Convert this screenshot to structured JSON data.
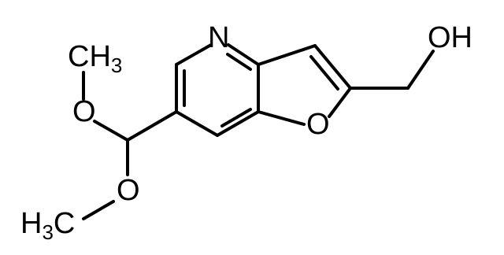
{
  "molecule": {
    "atoms": {
      "N": "N",
      "O_ring": "O",
      "OH": "OH",
      "O_upper": "O",
      "O_lower": "O",
      "CH3_top": {
        "main": "CH",
        "sub": "3"
      },
      "CH3_bottom": {
        "pre": "H",
        "sub": "3",
        "main": "C"
      }
    }
  }
}
